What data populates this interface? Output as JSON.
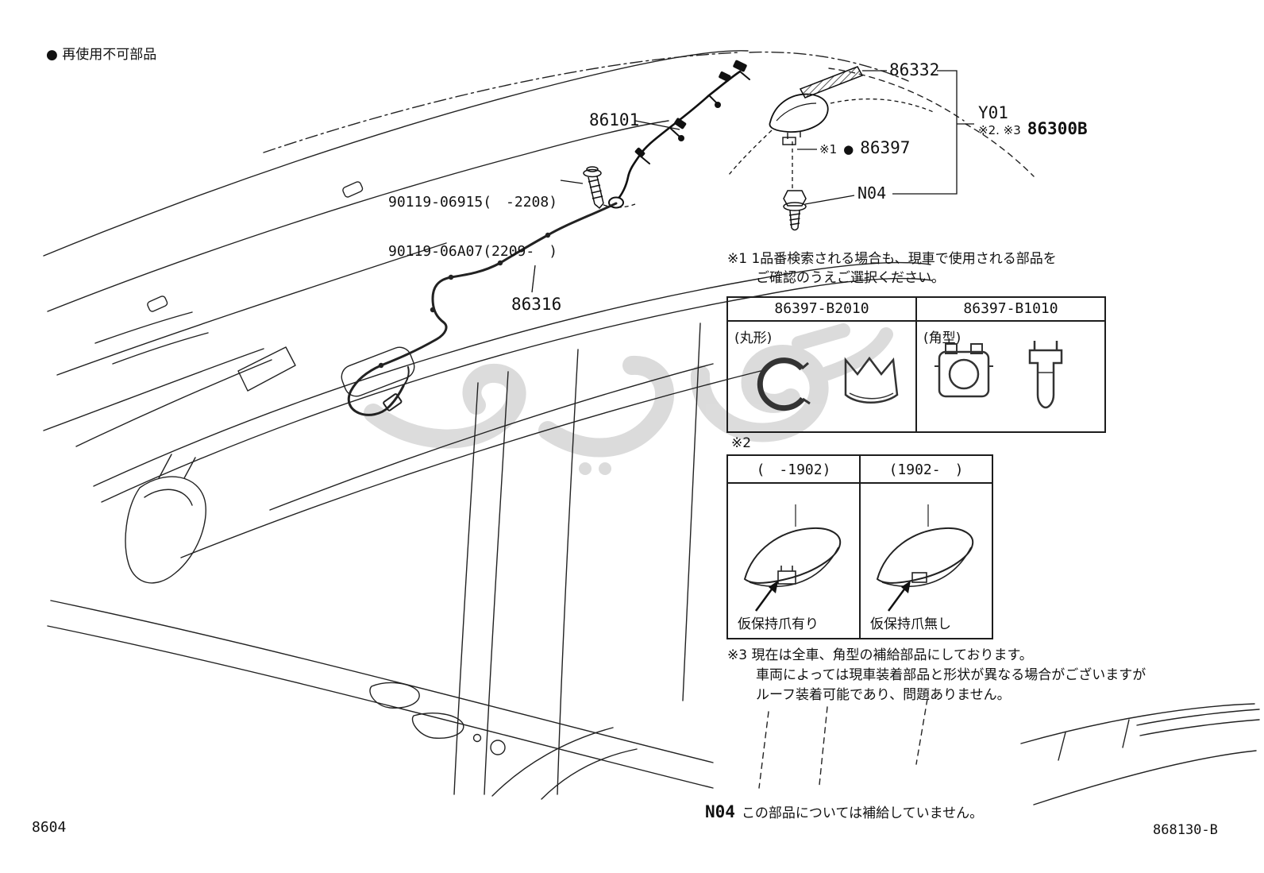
{
  "legend": {
    "marker": "●",
    "text": "再使用不可部品"
  },
  "parts": {
    "p86332": "86332",
    "p86101": "86101",
    "p86316": "86316",
    "screw_row1": "90119-06915(　-2208)",
    "screw_row2": "90119-06A07(2209-　)",
    "note1_mark": "※1",
    "bullet": "●",
    "p86397": "86397",
    "n04": "N04",
    "y01": "Y01",
    "p86300b_marks": "※2. ※3",
    "p86300b": "86300B"
  },
  "note1": {
    "line1": "※1 1品番検索される場合も、現車で使用される部品を",
    "line2": "ご確認のうえご選択ください。"
  },
  "table1": {
    "col1_header": "86397-B2010",
    "col2_header": "86397-B1010",
    "col1_shape": "(丸形)",
    "col2_shape": "(角型)"
  },
  "table2": {
    "mark": "※2",
    "col1_header": "(　-1902)",
    "col2_header": "(1902-　)",
    "col1_caption": "仮保持爪有り",
    "col2_caption": "仮保持爪無し"
  },
  "note3": {
    "line1": "※3 現在は全車、角型の補給部品にしております。",
    "line2": "車両によっては現車装着部品と形状が異なる場合がございますが",
    "line3": "ルーフ装着可能であり、問題ありません。"
  },
  "footer": {
    "code": "N04",
    "text": "この部品については補給していません。"
  },
  "corner": {
    "page": "8604",
    "doc": "868130-B"
  },
  "icons": {
    "watermark": "arabic-script-watermark"
  }
}
